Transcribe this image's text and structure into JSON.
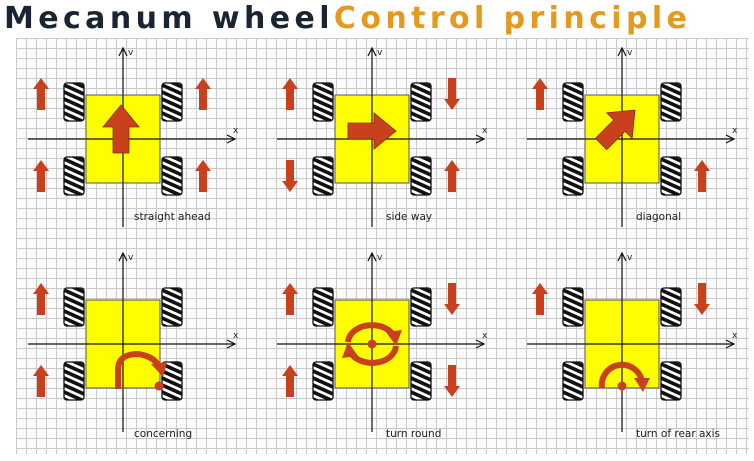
{
  "title": {
    "part1": "Mecanum wheel",
    "part2": "Control principle"
  },
  "colors": {
    "arrow": "#c8401c",
    "chassis": "#fefe00",
    "title_dark": "#1a2433",
    "title_orange": "#e39a1e"
  },
  "axis_labels": {
    "x": "x",
    "y": "v"
  },
  "panels": [
    {
      "label": "straight ahead",
      "motion_icon": "arrow-up-icon",
      "wheels": {
        "front_left": "up",
        "front_right": "up",
        "rear_left": "up",
        "rear_right": "up"
      }
    },
    {
      "label": "side way",
      "motion_icon": "arrow-right-icon",
      "wheels": {
        "front_left": "up",
        "front_right": "down",
        "rear_left": "down",
        "rear_right": "up"
      }
    },
    {
      "label": "diagonal",
      "motion_icon": "arrow-diagonal-icon",
      "wheels": {
        "front_left": "up",
        "front_right": "none",
        "rear_left": "none",
        "rear_right": "up"
      }
    },
    {
      "label": "concerning",
      "motion_icon": "curved-arrow-icon",
      "wheels": {
        "front_left": "up",
        "front_right": "none",
        "rear_left": "up",
        "rear_right": "none"
      }
    },
    {
      "label": "turn round",
      "motion_icon": "rotate-icon",
      "wheels": {
        "front_left": "up",
        "front_right": "down",
        "rear_left": "up",
        "rear_right": "down"
      }
    },
    {
      "label": "turn of rear axis",
      "motion_icon": "arc-arrow-icon",
      "wheels": {
        "front_left": "up",
        "front_right": "down",
        "rear_left": "none",
        "rear_right": "none"
      }
    }
  ]
}
